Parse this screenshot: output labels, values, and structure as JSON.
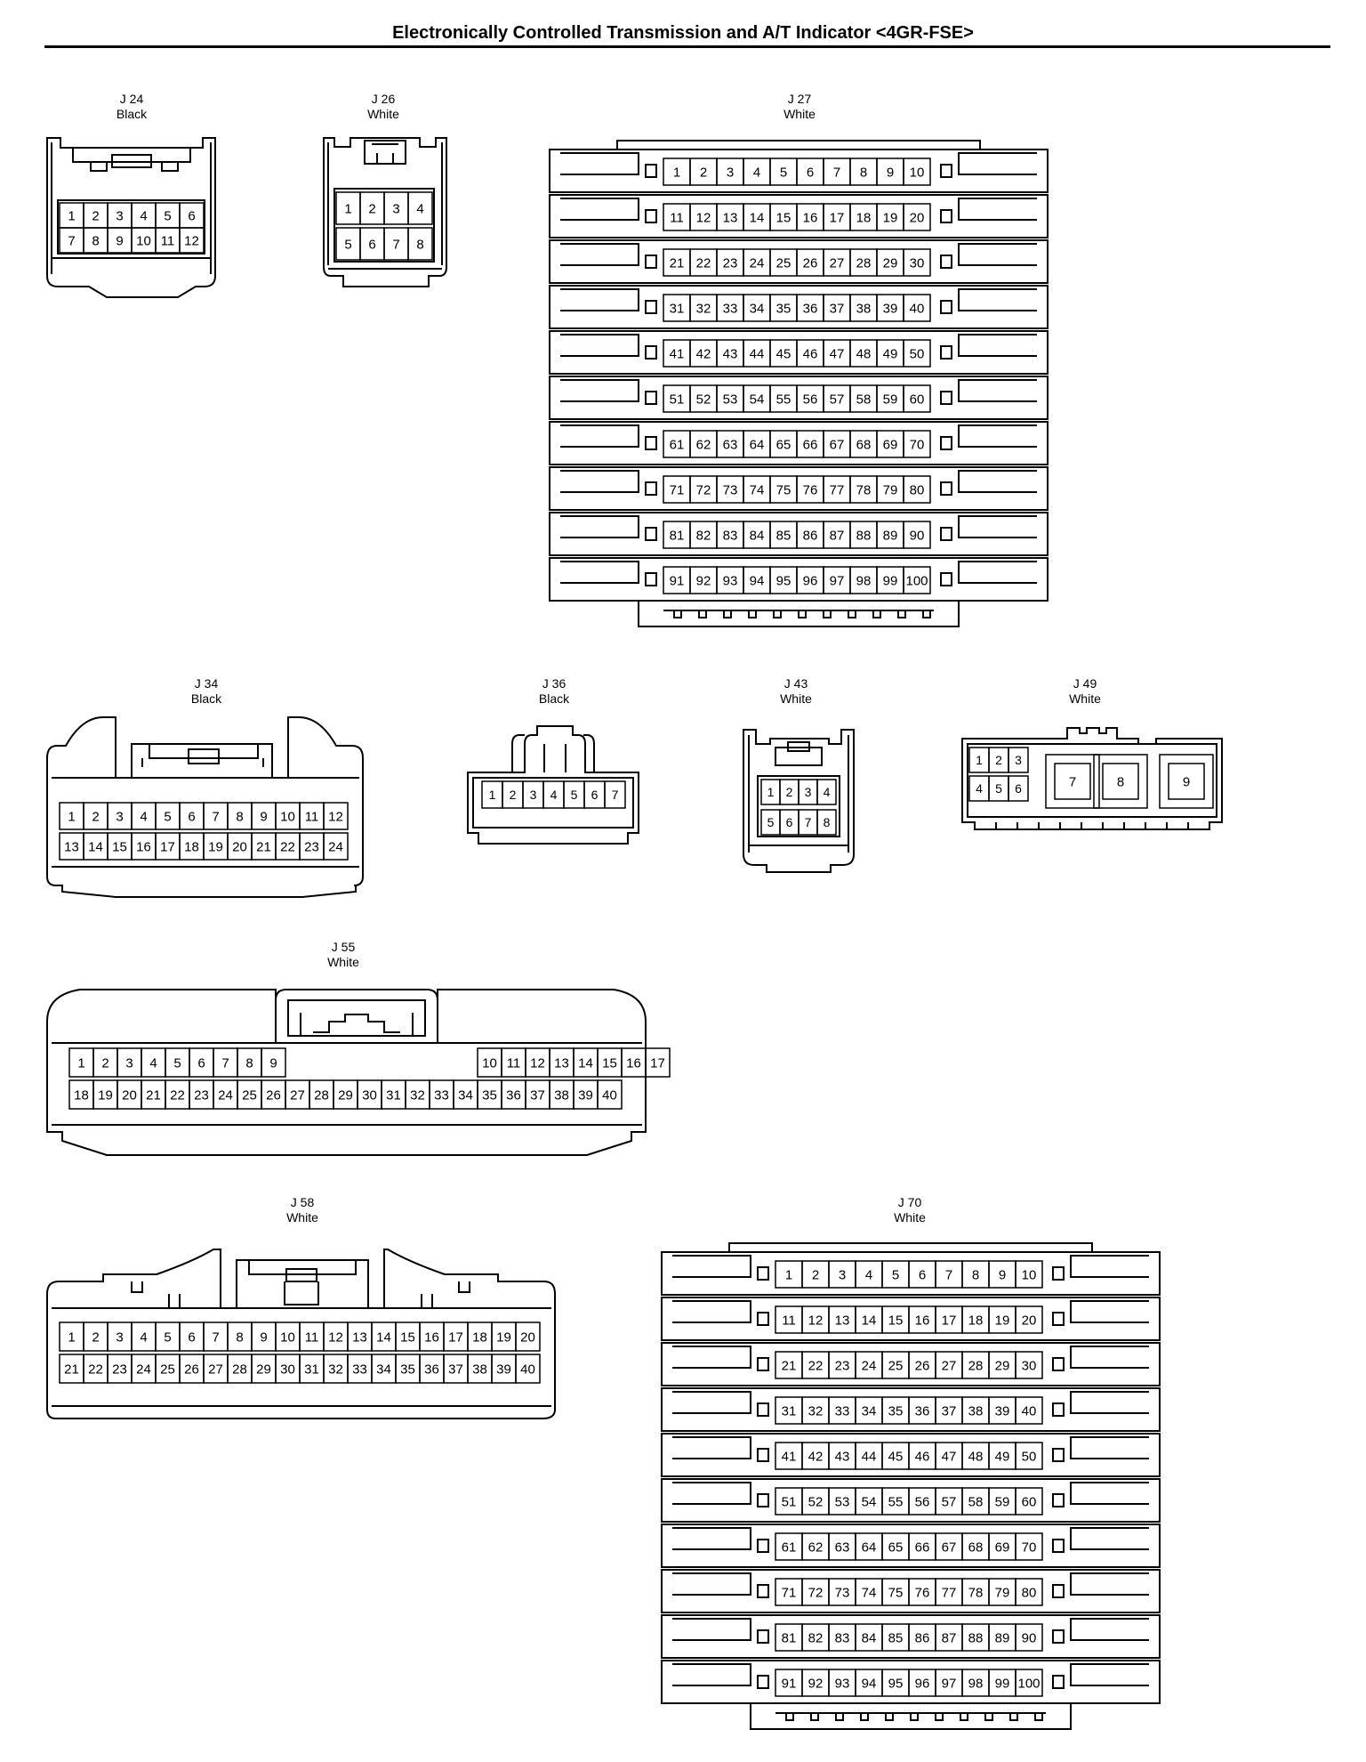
{
  "title": "Electronically Controlled Transmission and A/T Indicator <4GR-FSE>",
  "connectors": {
    "J24": {
      "name": "J 24",
      "color": "Black",
      "pins": 12
    },
    "J26": {
      "name": "J 26",
      "color": "White",
      "pins": 8
    },
    "J27": {
      "name": "J 27",
      "color": "White",
      "pins": 100
    },
    "J34": {
      "name": "J 34",
      "color": "Black",
      "pins": 24
    },
    "J36": {
      "name": "J 36",
      "color": "Black",
      "pins": 7
    },
    "J43": {
      "name": "J 43",
      "color": "White",
      "pins": 8
    },
    "J49": {
      "name": "J 49",
      "color": "White",
      "pins": 9
    },
    "J55": {
      "name": "J 55",
      "color": "White",
      "pins": 40
    },
    "J58": {
      "name": "J 58",
      "color": "White",
      "pins": 40
    },
    "J70": {
      "name": "J 70",
      "color": "White",
      "pins": 100
    }
  }
}
